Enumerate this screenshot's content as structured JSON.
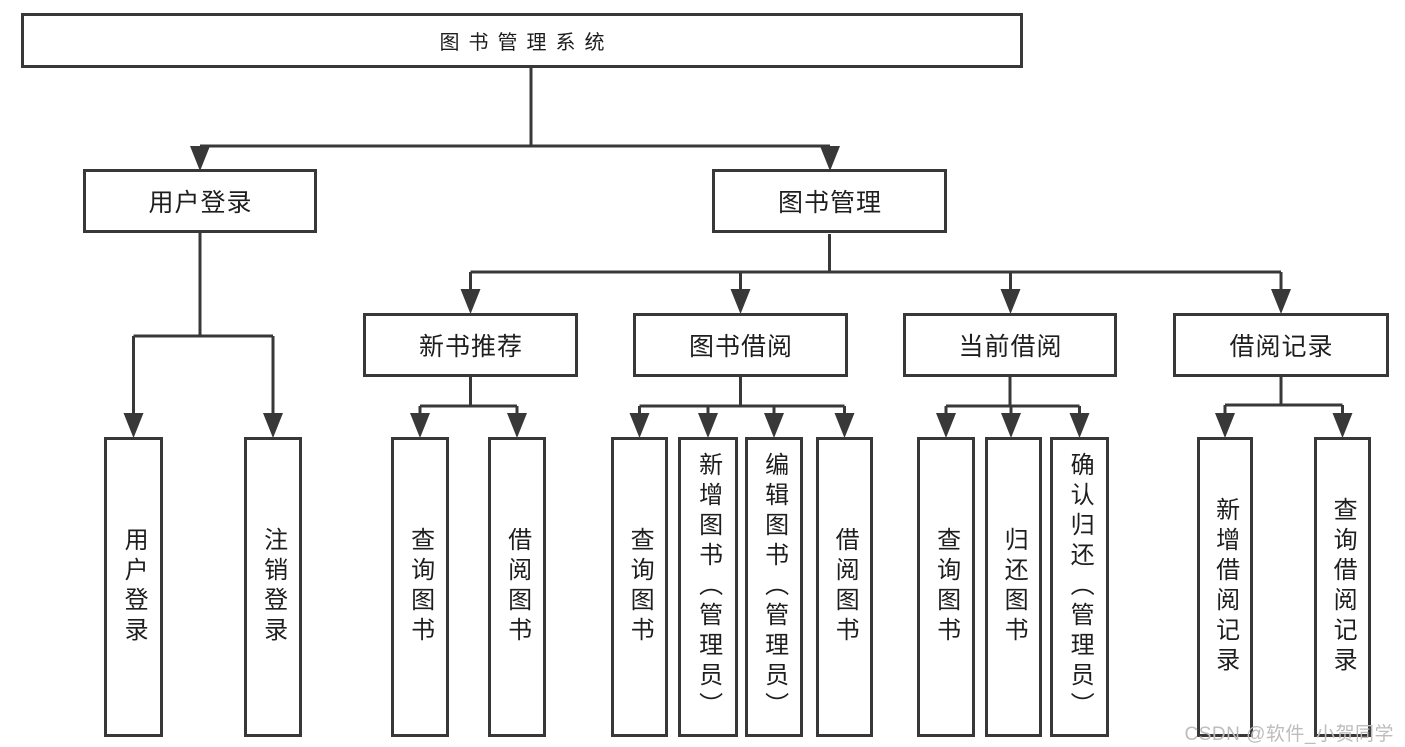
{
  "diagram": {
    "root": {
      "label": "图书管理系统"
    },
    "branches": [
      {
        "label": "用户登录",
        "leaves": [
          "用户登录",
          "注销登录"
        ]
      },
      {
        "label": "图书管理",
        "children": [
          {
            "label": "新书推荐",
            "leaves": [
              "查询图书",
              "借阅图书"
            ]
          },
          {
            "label": "图书借阅",
            "leaves": [
              "查询图书",
              "新增图书（管理员）",
              "编辑图书（管理员）",
              "借阅图书"
            ]
          },
          {
            "label": "当前借阅",
            "leaves": [
              "查询图书",
              "归还图书",
              "确认归还（管理员）"
            ]
          },
          {
            "label": "借阅记录",
            "leaves": [
              "新增借阅记录",
              "查询借阅记录"
            ]
          }
        ]
      }
    ]
  },
  "watermark": {
    "text": "CSDN @软件_小贺同学"
  },
  "colors": {
    "line": "#383838",
    "box_border": "#383838",
    "text": "#1e1e1e",
    "watermark": "#bdbdbd",
    "background": "#ffffff"
  }
}
